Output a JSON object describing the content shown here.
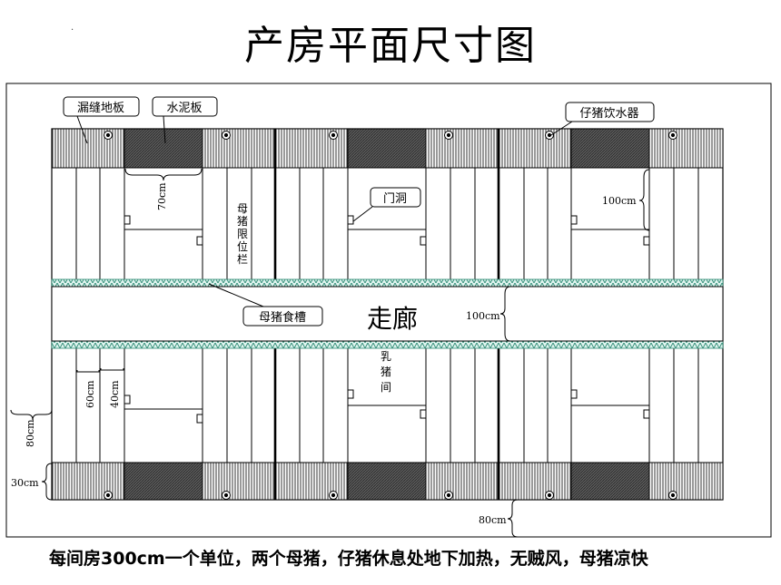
{
  "title": "产房平面尺寸图",
  "stray_mark": "·",
  "callouts": {
    "slatted_floor": "漏缝地板",
    "cement_board": "水泥板",
    "piglet_drinker": "仔猪饮水器",
    "door_opening": "门洞",
    "sow_trough": "母猪食槽"
  },
  "vertical_labels": {
    "sow_crate": "母猪限位栏",
    "nursery": "乳猪间"
  },
  "corridor_label": "走廊",
  "dimensions": {
    "d70": "70cm",
    "d100_top": "100cm",
    "d100_mid": "100cm",
    "d60": "60cm",
    "d40": "40cm",
    "d80_left": "80cm",
    "d30": "30cm",
    "d80_bottom": "80cm"
  },
  "note": "每间房300cm一个单位，两个母猪，仔猪休息处地下加热，无贼风，母猪凉快",
  "colors": {
    "cement": "#555555",
    "trough": "#2e8b74",
    "line": "#000000"
  }
}
